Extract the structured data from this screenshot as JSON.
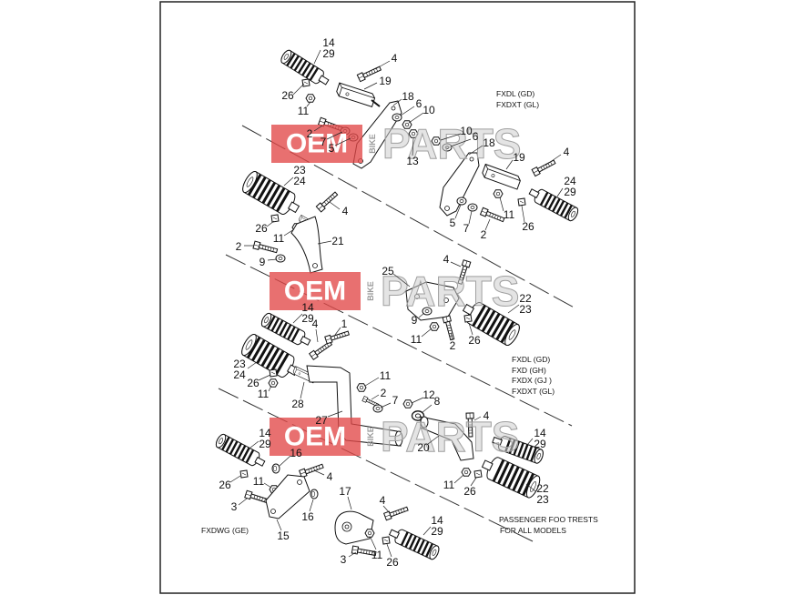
{
  "watermark": {
    "oem": "OEM",
    "bike": "BIKE",
    "parts": "PARTS"
  },
  "model_notes": {
    "upper": [
      "FXDL (GD)",
      "FXDXT (GL)"
    ],
    "middle": [
      "FXDL (GD)",
      "FXD (GH)",
      "FXDX (GJ )",
      "FXDXT (GL)"
    ],
    "lower": "FXDWG (GE)",
    "passenger": [
      "PASSENGER FOO  TRESTS",
      "FOR ALL MODELS"
    ]
  },
  "callouts": [
    "14",
    "29",
    "4",
    "19",
    "26",
    "18",
    "6",
    "10",
    "11",
    "2",
    "7",
    "5",
    "10",
    "6",
    "18",
    "13",
    "4",
    "19",
    "23",
    "24",
    "24",
    "29",
    "4",
    "11",
    "26",
    "11",
    "5",
    "7",
    "26",
    "2",
    "21",
    "2",
    "9",
    "4",
    "25",
    "22",
    "23",
    "14",
    "29",
    "4",
    "1",
    "9",
    "11",
    "2",
    "26",
    "23",
    "24",
    "26",
    "11",
    "11",
    "2",
    "7",
    "12",
    "8",
    "28",
    "27",
    "4",
    "14",
    "29",
    "20",
    "14",
    "29",
    "16",
    "4",
    "11",
    "11",
    "26",
    "26",
    "22",
    "23",
    "3",
    "17",
    "16",
    "4",
    "14",
    "29",
    "15",
    "3",
    "11",
    "26"
  ]
}
